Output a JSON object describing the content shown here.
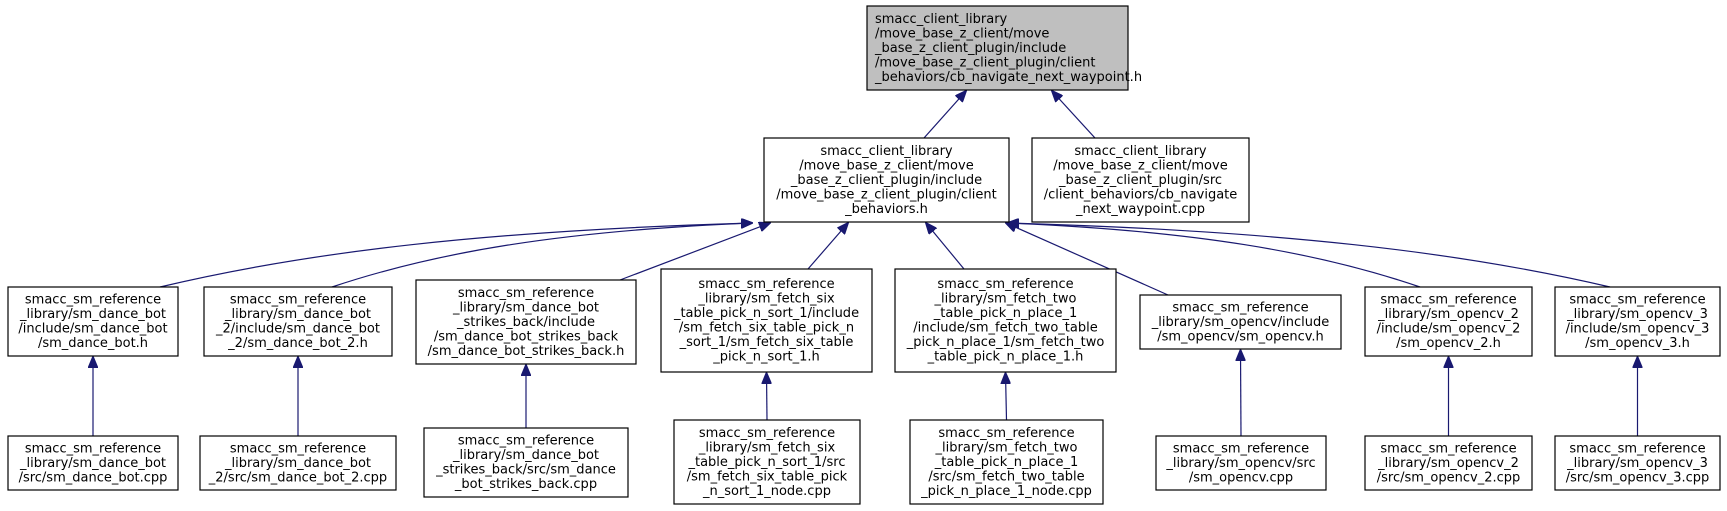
{
  "colors": {
    "edge": "#191970",
    "node_border": "#000000",
    "root_fill": "#bfbfbf",
    "node_fill": "#ffffff",
    "text": "#000000"
  },
  "nodes": [
    {
      "id": "root",
      "lines": [
        "smacc_client_library",
        "/move_base_z_client/move",
        "_base_z_client_plugin/include",
        "/move_base_z_client_plugin/client",
        "_behaviors/cb_navigate_next_waypoint.h"
      ]
    },
    {
      "id": "client_behaviors_h",
      "lines": [
        "smacc_client_library",
        "/move_base_z_client/move",
        "_base_z_client_plugin/include",
        "/move_base_z_client_plugin/client",
        "_behaviors.h"
      ]
    },
    {
      "id": "cb_navigate_cpp",
      "lines": [
        "smacc_client_library",
        "/move_base_z_client/move",
        "_base_z_client_plugin/src",
        "/client_behaviors/cb_navigate",
        "_next_waypoint.cpp"
      ]
    },
    {
      "id": "sm_dance_bot_h",
      "lines": [
        "smacc_sm_reference",
        "_library/sm_dance_bot",
        "/include/sm_dance_bot",
        "/sm_dance_bot.h"
      ]
    },
    {
      "id": "sm_dance_bot_2_h",
      "lines": [
        "smacc_sm_reference",
        "_library/sm_dance_bot",
        "_2/include/sm_dance_bot",
        "_2/sm_dance_bot_2.h"
      ]
    },
    {
      "id": "sm_dance_bot_strikes_back_h",
      "lines": [
        "smacc_sm_reference",
        "_library/sm_dance_bot",
        "_strikes_back/include",
        "/sm_dance_bot_strikes_back",
        "/sm_dance_bot_strikes_back.h"
      ]
    },
    {
      "id": "sm_fetch_six_h",
      "lines": [
        "smacc_sm_reference",
        "_library/sm_fetch_six",
        "_table_pick_n_sort_1/include",
        "/sm_fetch_six_table_pick_n",
        "_sort_1/sm_fetch_six_table",
        "_pick_n_sort_1.h"
      ]
    },
    {
      "id": "sm_fetch_two_h",
      "lines": [
        "smacc_sm_reference",
        "_library/sm_fetch_two",
        "_table_pick_n_place_1",
        "/include/sm_fetch_two_table",
        "_pick_n_place_1/sm_fetch_two",
        "_table_pick_n_place_1.h"
      ]
    },
    {
      "id": "sm_opencv_h",
      "lines": [
        "smacc_sm_reference",
        "_library/sm_opencv/include",
        "/sm_opencv/sm_opencv.h"
      ]
    },
    {
      "id": "sm_opencv_2_h",
      "lines": [
        "smacc_sm_reference",
        "_library/sm_opencv_2",
        "/include/sm_opencv_2",
        "/sm_opencv_2.h"
      ]
    },
    {
      "id": "sm_opencv_3_h",
      "lines": [
        "smacc_sm_reference",
        "_library/sm_opencv_3",
        "/include/sm_opencv_3",
        "/sm_opencv_3.h"
      ]
    },
    {
      "id": "sm_dance_bot_cpp",
      "lines": [
        "smacc_sm_reference",
        "_library/sm_dance_bot",
        "/src/sm_dance_bot.cpp"
      ]
    },
    {
      "id": "sm_dance_bot_2_cpp",
      "lines": [
        "smacc_sm_reference",
        "_library/sm_dance_bot",
        "_2/src/sm_dance_bot_2.cpp"
      ]
    },
    {
      "id": "sm_dance_bot_strikes_back_cpp",
      "lines": [
        "smacc_sm_reference",
        "_library/sm_dance_bot",
        "_strikes_back/src/sm_dance",
        "_bot_strikes_back.cpp"
      ]
    },
    {
      "id": "sm_fetch_six_cpp",
      "lines": [
        "smacc_sm_reference",
        "_library/sm_fetch_six",
        "_table_pick_n_sort_1/src",
        "/sm_fetch_six_table_pick",
        "_n_sort_1_node.cpp"
      ]
    },
    {
      "id": "sm_fetch_two_cpp",
      "lines": [
        "smacc_sm_reference",
        "_library/sm_fetch_two",
        "_table_pick_n_place_1",
        "/src/sm_fetch_two_table",
        "_pick_n_place_1_node.cpp"
      ]
    },
    {
      "id": "sm_opencv_cpp",
      "lines": [
        "smacc_sm_reference",
        "_library/sm_opencv/src",
        "/sm_opencv.cpp"
      ]
    },
    {
      "id": "sm_opencv_2_cpp",
      "lines": [
        "smacc_sm_reference",
        "_library/sm_opencv_2",
        "/src/sm_opencv_2.cpp"
      ]
    },
    {
      "id": "sm_opencv_3_cpp",
      "lines": [
        "smacc_sm_reference",
        "_library/sm_opencv_3",
        "/src/sm_opencv_3.cpp"
      ]
    }
  ],
  "edges": [
    {
      "from": "client_behaviors_h",
      "to": "root"
    },
    {
      "from": "cb_navigate_cpp",
      "to": "root"
    },
    {
      "from": "sm_dance_bot_h",
      "to": "client_behaviors_h"
    },
    {
      "from": "sm_dance_bot_2_h",
      "to": "client_behaviors_h"
    },
    {
      "from": "sm_dance_bot_strikes_back_h",
      "to": "client_behaviors_h"
    },
    {
      "from": "sm_fetch_six_h",
      "to": "client_behaviors_h"
    },
    {
      "from": "sm_fetch_two_h",
      "to": "client_behaviors_h"
    },
    {
      "from": "sm_opencv_h",
      "to": "client_behaviors_h"
    },
    {
      "from": "sm_opencv_2_h",
      "to": "client_behaviors_h"
    },
    {
      "from": "sm_opencv_3_h",
      "to": "client_behaviors_h"
    },
    {
      "from": "sm_dance_bot_cpp",
      "to": "sm_dance_bot_h"
    },
    {
      "from": "sm_dance_bot_2_cpp",
      "to": "sm_dance_bot_2_h"
    },
    {
      "from": "sm_dance_bot_strikes_back_cpp",
      "to": "sm_dance_bot_strikes_back_h"
    },
    {
      "from": "sm_fetch_six_cpp",
      "to": "sm_fetch_six_h"
    },
    {
      "from": "sm_fetch_two_cpp",
      "to": "sm_fetch_two_h"
    },
    {
      "from": "sm_opencv_cpp",
      "to": "sm_opencv_h"
    },
    {
      "from": "sm_opencv_2_cpp",
      "to": "sm_opencv_2_h"
    },
    {
      "from": "sm_opencv_3_cpp",
      "to": "sm_opencv_3_h"
    }
  ]
}
